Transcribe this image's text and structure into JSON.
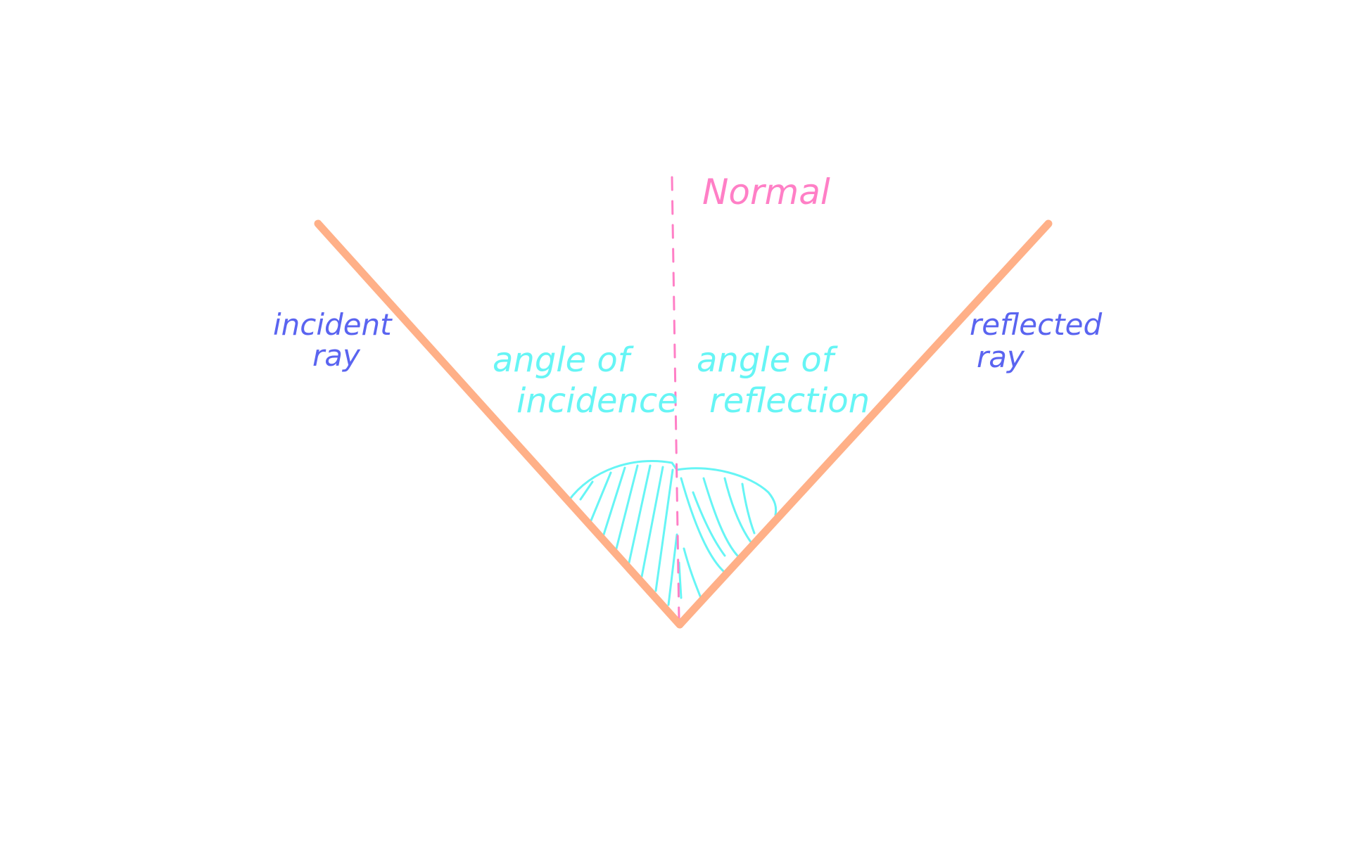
{
  "labels": {
    "normal": "Normal",
    "incident_line1": "incident",
    "incident_line2": "ray",
    "reflected_line1": "reflected",
    "reflected_line2": "ray",
    "incidence_line1": "angle of",
    "incidence_line2": "incidence",
    "reflection_line1": "angle of",
    "reflection_line2": "reflection"
  },
  "colors": {
    "ray": "#FFB088",
    "normal": "#FF7FC6",
    "angle": "#66F5F5",
    "ray_label": "#5A64F0"
  }
}
